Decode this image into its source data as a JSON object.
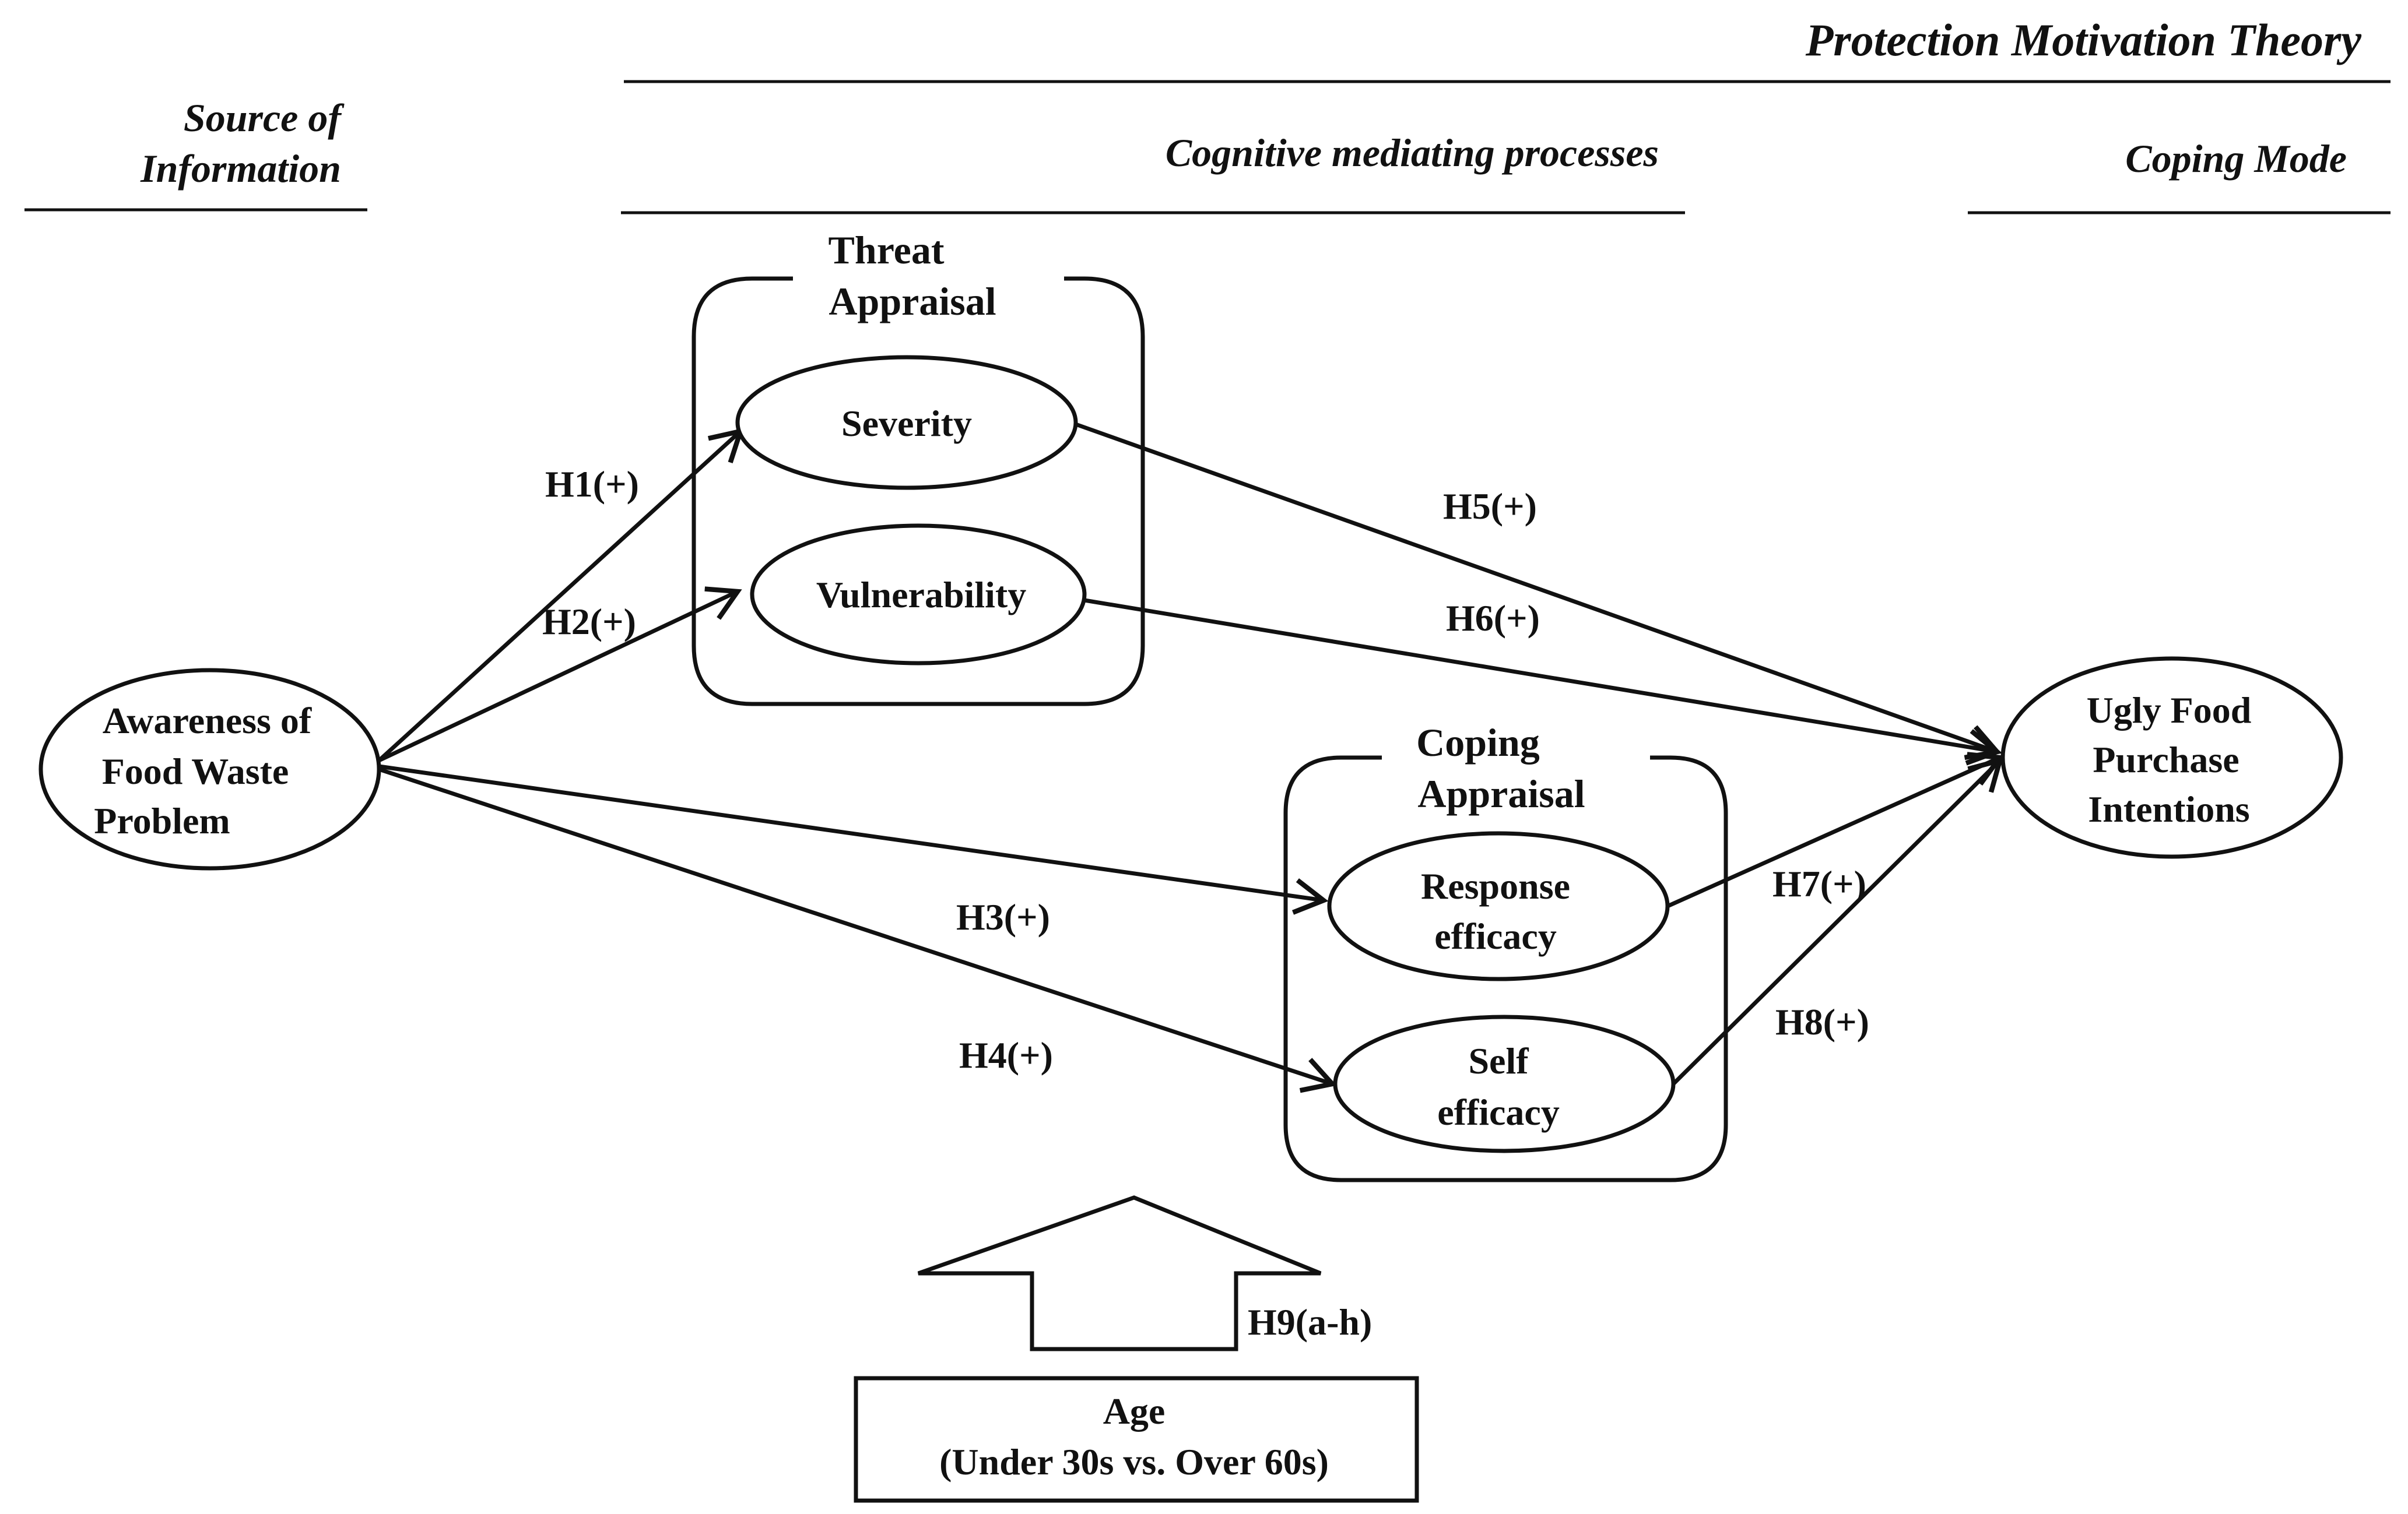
{
  "header": {
    "theory": "Protection Motivation Theory",
    "source_of_information": [
      "Source of",
      "Information"
    ],
    "cognitive_processes": "Cognitive mediating processes",
    "coping_mode": "Coping Mode"
  },
  "groups": {
    "threat_appraisal": [
      "Threat",
      "Appraisal"
    ],
    "coping_appraisal": [
      "Coping",
      "Appraisal"
    ]
  },
  "nodes": {
    "awareness": [
      "Awareness of",
      "Food  Waste",
      "Problem"
    ],
    "severity": [
      "Severity"
    ],
    "vulnerability": [
      "Vulnerability"
    ],
    "response_efficacy": [
      "Response",
      "efficacy"
    ],
    "self_efficacy": [
      "Self",
      "efficacy"
    ],
    "ugly_food": [
      "Ugly Food",
      "Purchase",
      "Intentions"
    ],
    "age": [
      "Age",
      "(Under 30s vs.  Over 60s)"
    ]
  },
  "hypotheses": {
    "h1": "H1(+)",
    "h2": "H2(+)",
    "h3": "H3(+)",
    "h4": "H4(+)",
    "h5": "H5(+)",
    "h6": "H6(+)",
    "h7": "H7(+)",
    "h8": "H8(+)",
    "h9": "H9(a-h)"
  }
}
